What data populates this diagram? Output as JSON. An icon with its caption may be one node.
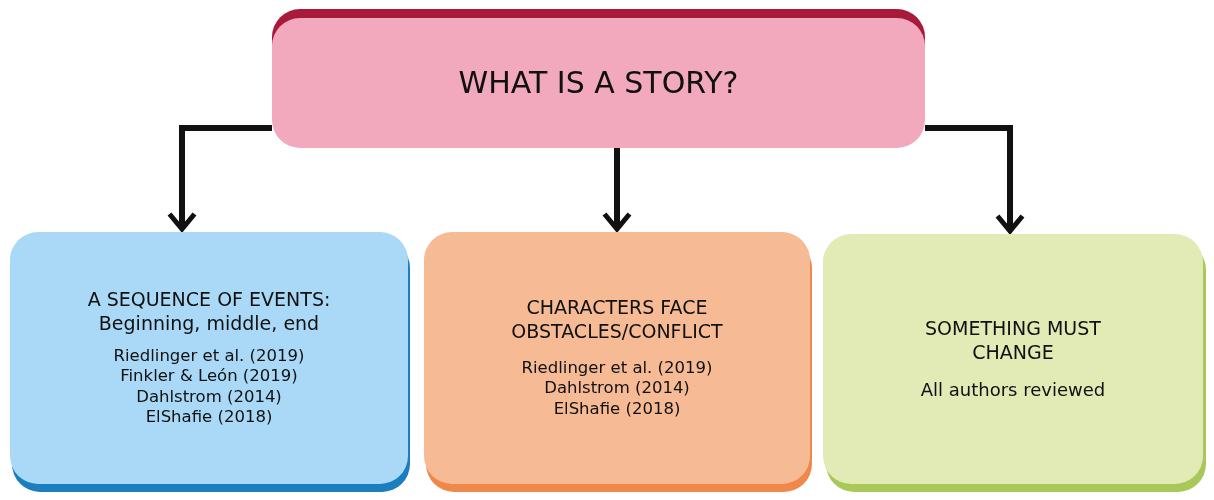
{
  "diagram": {
    "nodes": [
      {
        "text": [
          "WHAT IS A STORY?"
        ]
      },
      {
        "text": [
          "A SEQUENCE OF EVENTS:",
          "Beginning, middle, end",
          "Riedlinger et al. (2019)",
          "Finkler & León (2019)",
          "Dahlstrom (2014)",
          "ElShafie (2018)"
        ]
      },
      {
        "text": [
          "CHARACTERS FACE OBSTACLES/CONFLICT",
          "Riedlinger et al. (2019)",
          "Dahlstrom (2014)",
          "ElShafie (2018)"
        ]
      },
      {
        "text": [
          "SOMETHING MUST CHANGE",
          "All authors reviewed"
        ]
      }
    ],
    "edges": [
      {
        "from": 0,
        "to": 1,
        "arrow": "to"
      },
      {
        "from": 0,
        "to": 2,
        "arrow": "to"
      },
      {
        "from": 0,
        "to": 3,
        "arrow": "to"
      }
    ]
  }
}
